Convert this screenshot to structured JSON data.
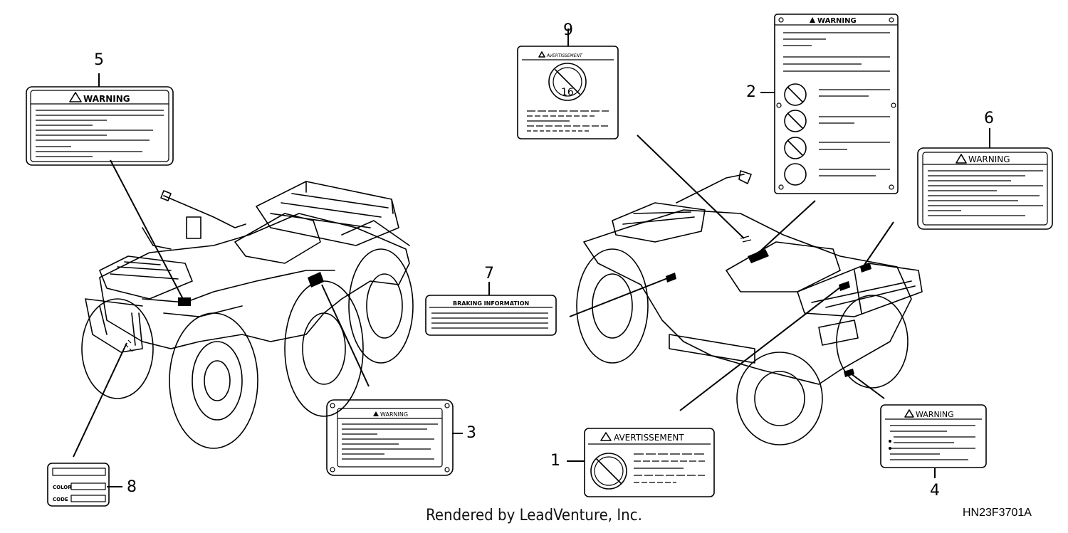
{
  "labels": {
    "warning": "WARNING",
    "avertissement": "AVERTISSEMENT",
    "braking": "BRAKING INFORMATION",
    "color": "COLOR",
    "code": "CODE",
    "age_text": "16"
  },
  "callouts": [
    "1",
    "2",
    "3",
    "4",
    "5",
    "6",
    "7",
    "8",
    "9"
  ],
  "footer": "Rendered by LeadVenture, Inc.",
  "diagram_code": "HN23F3701A"
}
